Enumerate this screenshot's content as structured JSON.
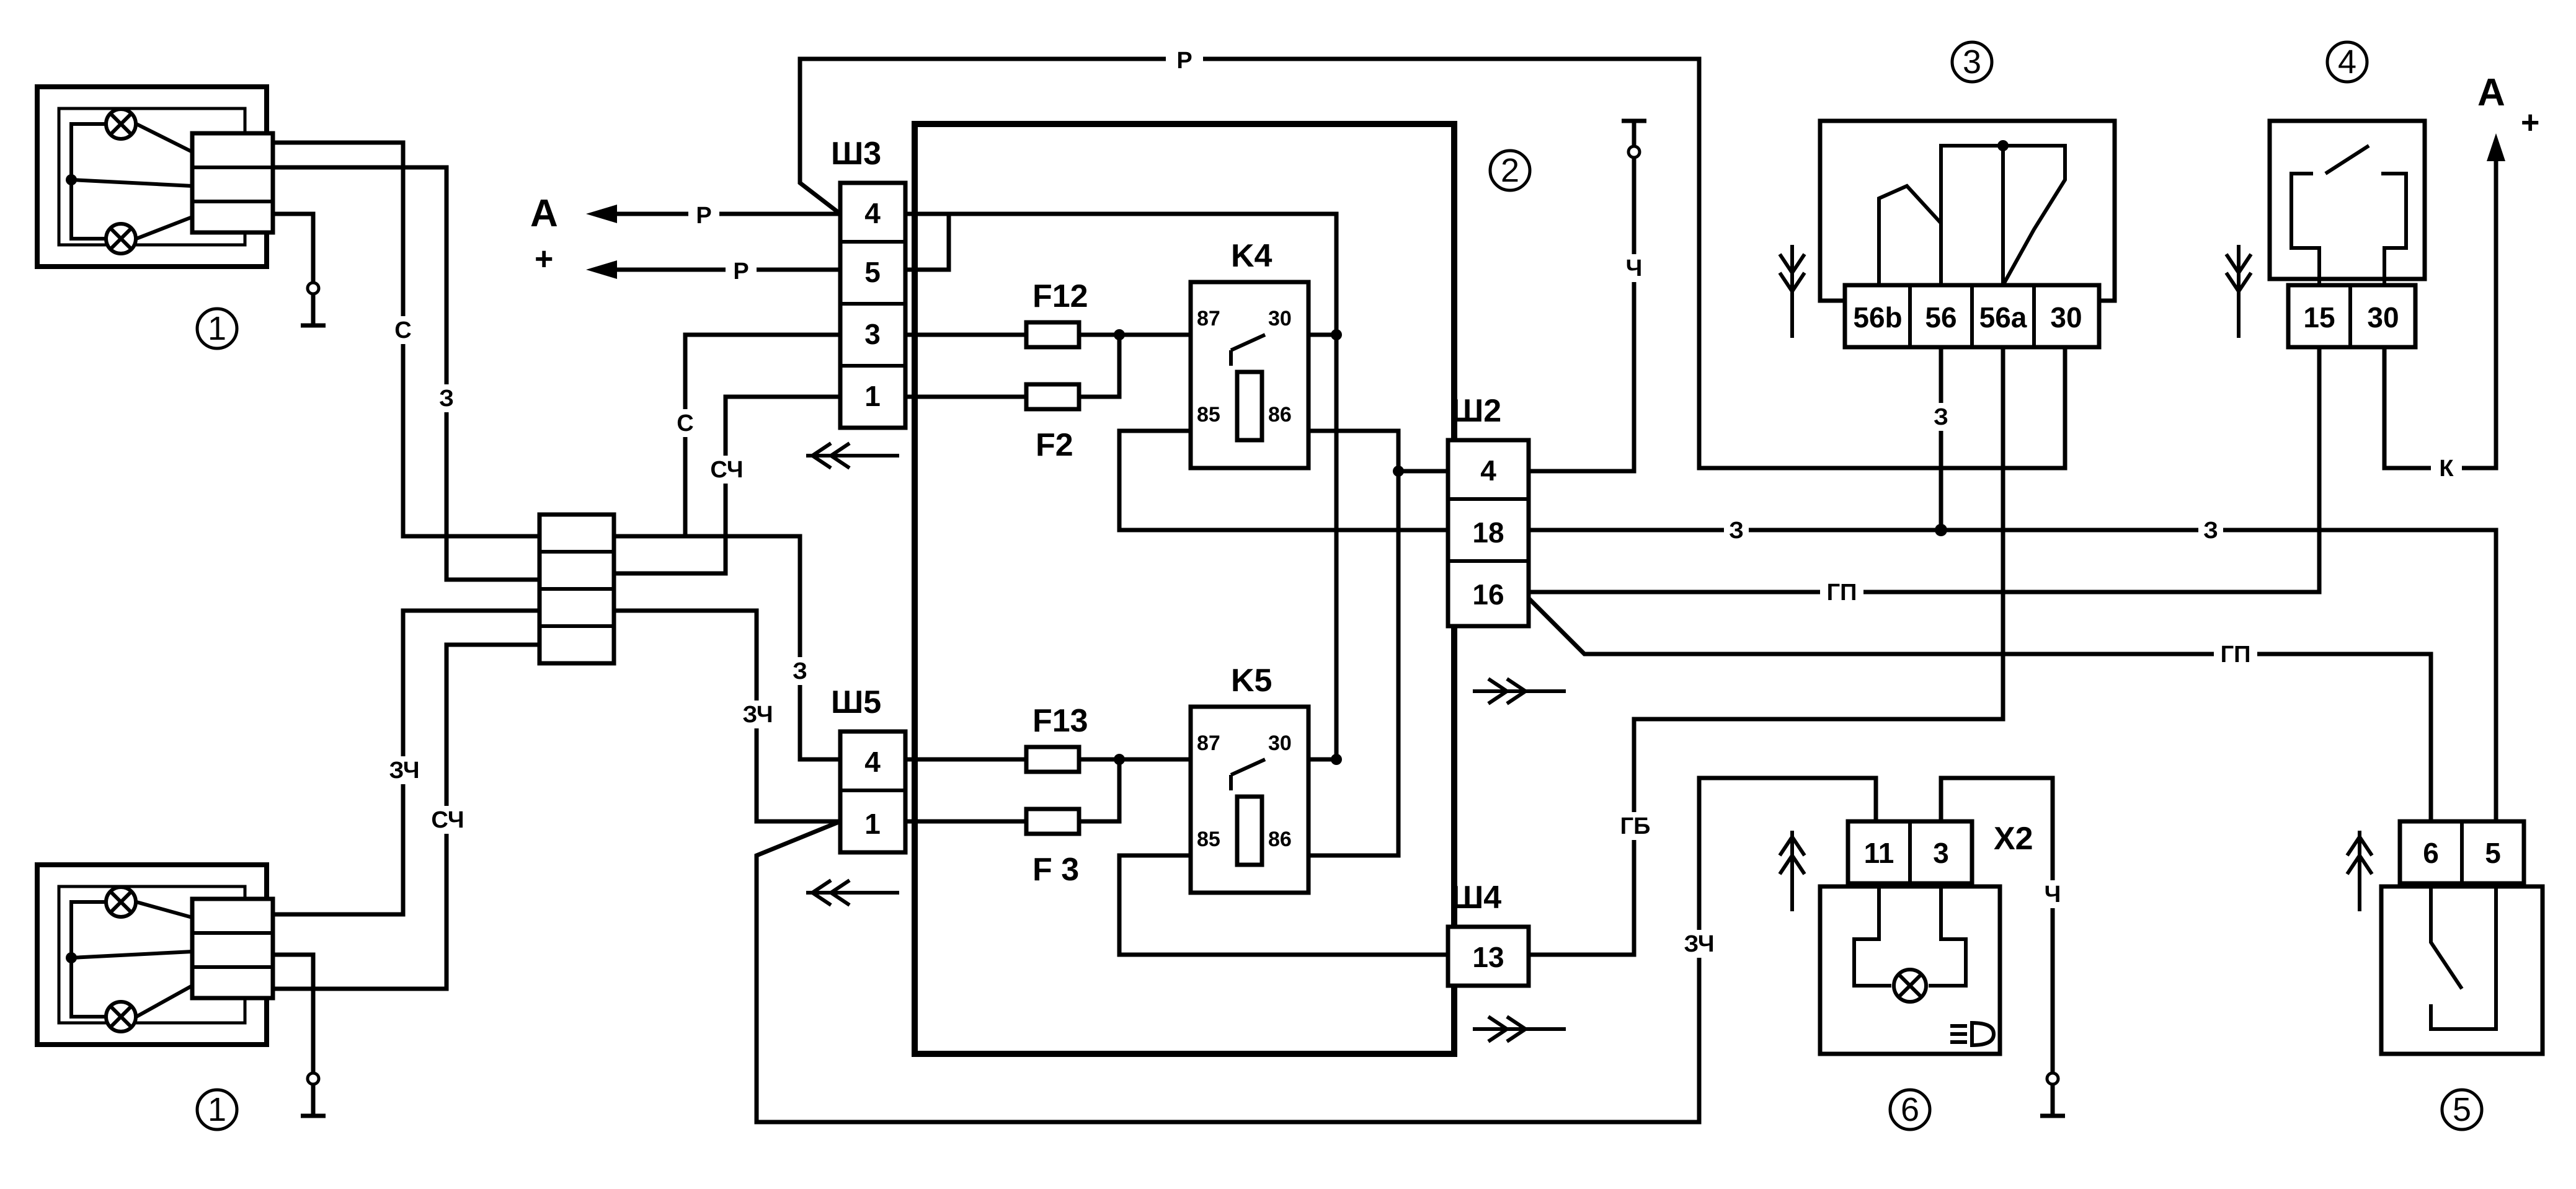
{
  "components": {
    "c1": "1",
    "c2": "2",
    "c3": "3",
    "c4": "4",
    "c5": "5",
    "c6": "6"
  },
  "connectors": {
    "sh3": "Ш3",
    "sh5": "Ш5",
    "sh2": "Ш2",
    "sh4": "Ш4",
    "x2": "X2"
  },
  "pins": {
    "sh3": [
      "4",
      "5",
      "3",
      "1"
    ],
    "sh5": [
      "4",
      "1"
    ],
    "sh2": [
      "4",
      "18",
      "16"
    ],
    "sh4": [
      "13"
    ],
    "comp3": [
      "56b",
      "56",
      "56a",
      "30"
    ],
    "comp4": [
      "15",
      "30"
    ],
    "comp5": [
      "6",
      "5"
    ],
    "x2": [
      "11",
      "3"
    ]
  },
  "relays": {
    "k4": "K4",
    "k5": "K5",
    "pins": [
      "87",
      "30",
      "85",
      "86"
    ]
  },
  "fuses": {
    "f12": "F12",
    "f2": "F2",
    "f13": "F13",
    "f3": "F 3"
  },
  "terminals": {
    "a_left": "A",
    "a_right": "A",
    "plus": "+"
  },
  "wire_labels": {
    "r": "Р",
    "s": "С",
    "z": "З",
    "sch": "СЧ",
    "zch": "ЗЧ",
    "ch": "Ч",
    "gp": "ГП",
    "gb": "ГБ",
    "k": "К"
  }
}
